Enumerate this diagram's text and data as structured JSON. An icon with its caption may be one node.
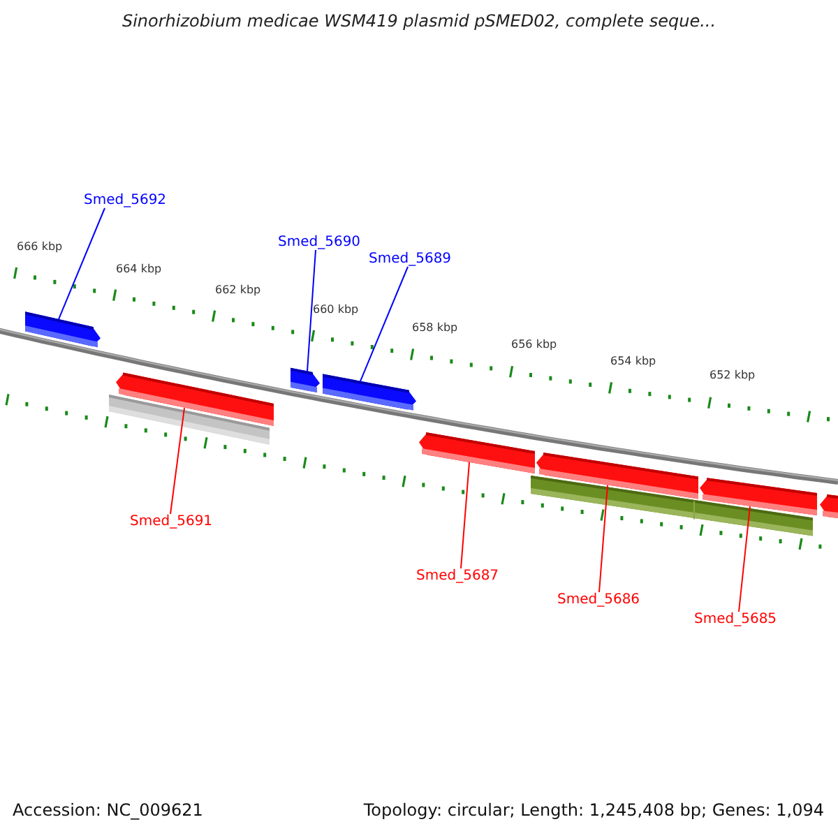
{
  "diagram": {
    "title": "Sinorhizobium medicae WSM419 plasmid pSMED02, complete seque...",
    "nodes": [
      {
        "text": [
          "Smed_5692"
        ]
      },
      {
        "text": [
          "Smed_5690"
        ]
      },
      {
        "text": [
          "Smed_5689"
        ]
      },
      {
        "text": [
          "Smed_5691"
        ]
      },
      {
        "text": [
          "Smed_5687"
        ]
      },
      {
        "text": [
          "Smed_5686"
        ]
      },
      {
        "text": [
          "Smed_5685"
        ]
      },
      {
        "text": [],
        "shape": "bar"
      },
      {
        "text": [],
        "shape": "bar"
      },
      {
        "text": [],
        "shape": "bar"
      },
      {
        "text": [],
        "shape": "bar"
      },
      {
        "text": [],
        "shape": "bar"
      },
      {
        "text": [],
        "shape": "bar"
      },
      {
        "text": [],
        "shape": "bar"
      }
    ],
    "edges": [
      {
        "from": 0,
        "to": 7,
        "arrow": "none",
        "color": "#0000ff"
      },
      {
        "from": 1,
        "to": 8,
        "arrow": "none",
        "color": "#0000ff"
      },
      {
        "from": 2,
        "to": 9,
        "arrow": "none",
        "color": "#0000ff"
      },
      {
        "from": 3,
        "to": 10,
        "arrow": "none"
      },
      {
        "from": 4,
        "to": 11,
        "arrow": "none"
      },
      {
        "from": 5,
        "to": 12,
        "arrow": "none"
      },
      {
        "from": 6,
        "to": 13,
        "arrow": "none"
      }
    ],
    "labels": [
      "666 kbp",
      "664 kbp",
      "662 kbp",
      "660 kbp",
      "658 kbp",
      "656 kbp",
      "654 kbp",
      "652 kbp",
      "Accession: NC_009621",
      "Topology: circular; Length: 1,245,408 bp; Genes: 1,094"
    ]
  }
}
